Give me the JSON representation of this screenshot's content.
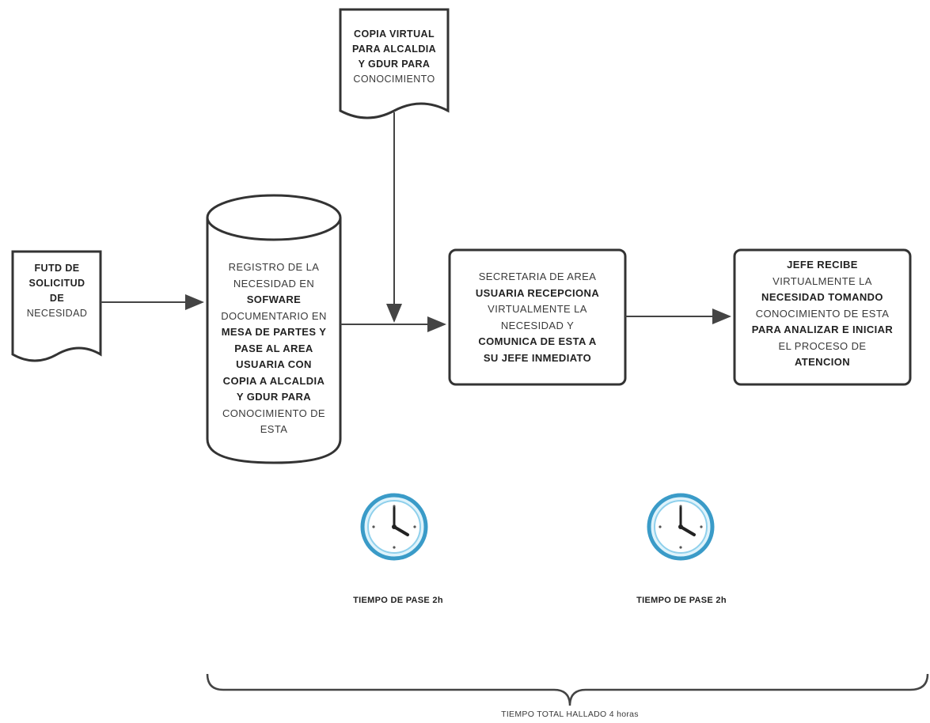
{
  "nodes": {
    "futd": {
      "lines": [
        "FUTD DE",
        "SOLICITUD",
        "DE",
        "NECESIDAD"
      ]
    },
    "copia": {
      "lines": [
        "COPIA VIRTUAL",
        "PARA ALCALDIA",
        "Y GDUR PARA",
        "CONOCIMIENTO"
      ]
    },
    "registro": {
      "lines": [
        "REGISTRO DE LA",
        "NECESIDAD EN",
        "SOFWARE",
        "DOCUMENTARIO EN",
        "MESA DE PARTES Y",
        "PASE AL AREA",
        "USUARIA CON",
        "COPIA A ALCALDIA",
        "Y GDUR PARA",
        "CONOCIMIENTO DE",
        "ESTA"
      ]
    },
    "secretaria": {
      "lines": [
        "SECRETARIA DE AREA",
        "USUARIA RECEPCIONA",
        "VIRTUALMENTE LA",
        "NECESIDAD Y",
        "COMUNICA DE ESTA A",
        "SU JEFE INMEDIATO"
      ]
    },
    "jefe": {
      "lines": [
        "JEFE RECIBE",
        "VIRTUALMENTE LA",
        "NECESIDAD TOMANDO",
        "CONOCIMIENTO DE ESTA",
        "PARA ANALIZAR E INICIAR",
        "EL PROCESO DE",
        "ATENCION"
      ]
    }
  },
  "timers": [
    {
      "label": "TIEMPO DE PASE 2h",
      "icon": "clock-icon"
    },
    {
      "label": "TIEMPO DE PASE 2h",
      "icon": "clock-icon"
    }
  ],
  "total_label": "TIEMPO TOTAL HALLADO 4 horas",
  "colors": {
    "stroke": "#333333",
    "clock_ring": "#3a9bc8",
    "clock_ring_light": "#8fd0ec"
  }
}
